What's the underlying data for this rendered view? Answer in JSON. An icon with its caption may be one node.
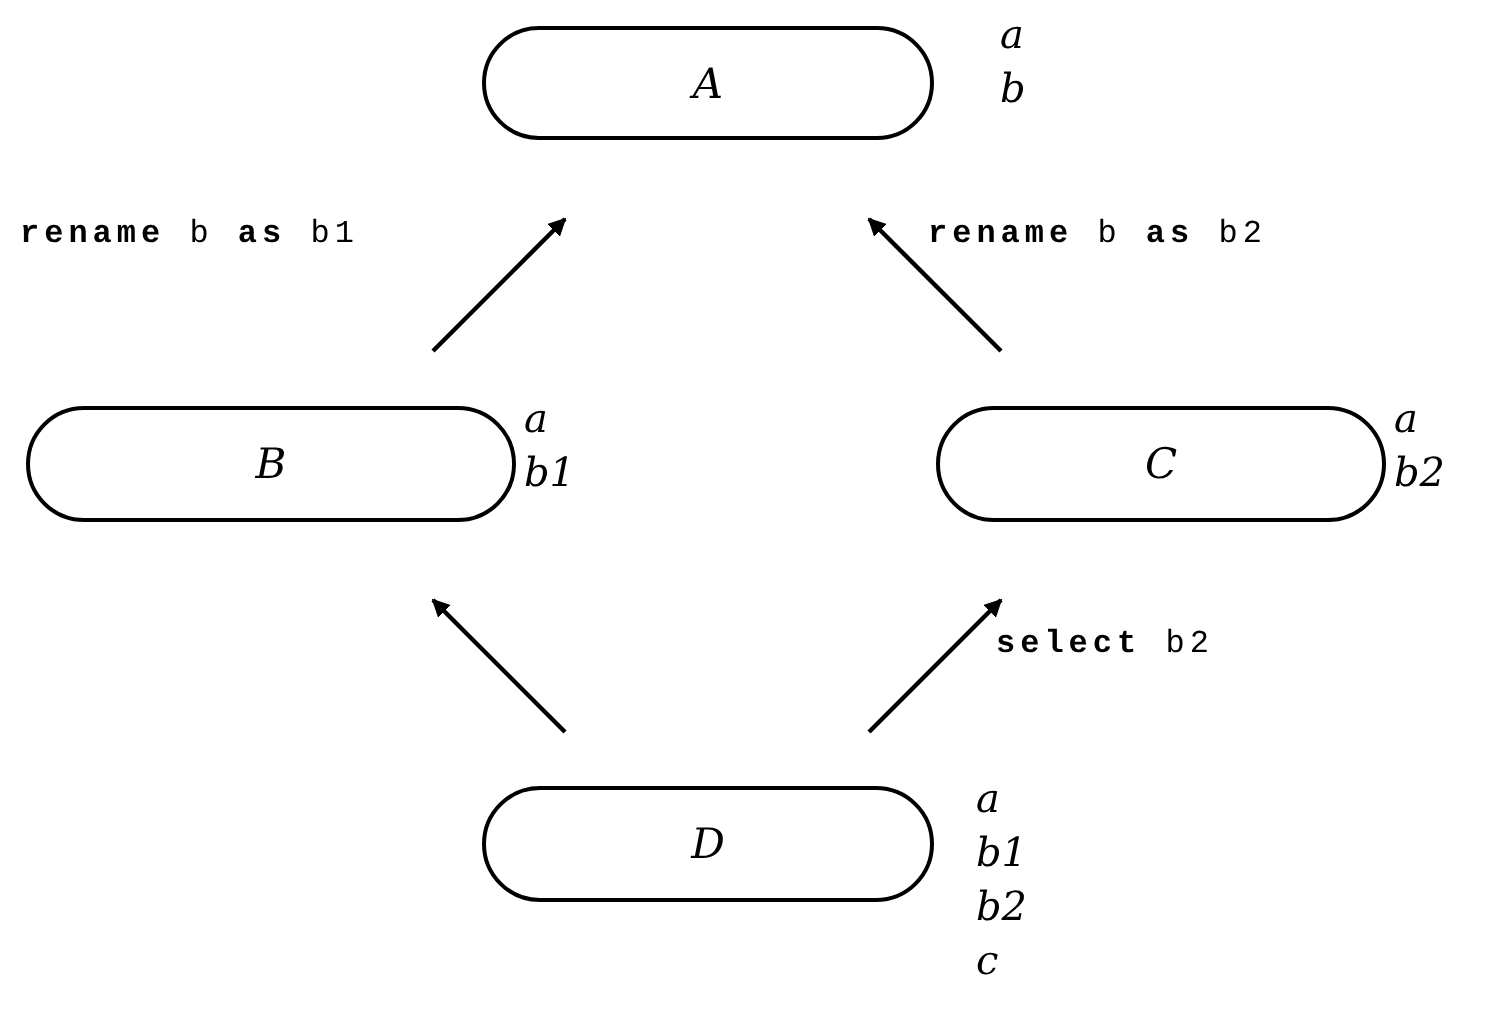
{
  "diagram": {
    "nodes": [
      {
        "text": [
          "A"
        ],
        "beside": [
          "a",
          "b"
        ]
      },
      {
        "text": [
          "B"
        ],
        "beside": [
          "a",
          "b1"
        ]
      },
      {
        "text": [
          "C"
        ],
        "beside": [
          "a",
          "b2"
        ]
      },
      {
        "text": [
          "D"
        ],
        "beside": [
          "a",
          "b1",
          "b2",
          "c"
        ]
      }
    ],
    "edges": [
      {
        "from": 1,
        "to": 0,
        "arrow": "to",
        "label": "**rename** b **as** b1"
      },
      {
        "from": 2,
        "to": 0,
        "arrow": "to",
        "label": "**rename** b **as** b2"
      },
      {
        "from": 3,
        "to": 1,
        "arrow": "to"
      },
      {
        "from": 3,
        "to": 2,
        "arrow": "to",
        "label": "**select** b2"
      }
    ]
  }
}
